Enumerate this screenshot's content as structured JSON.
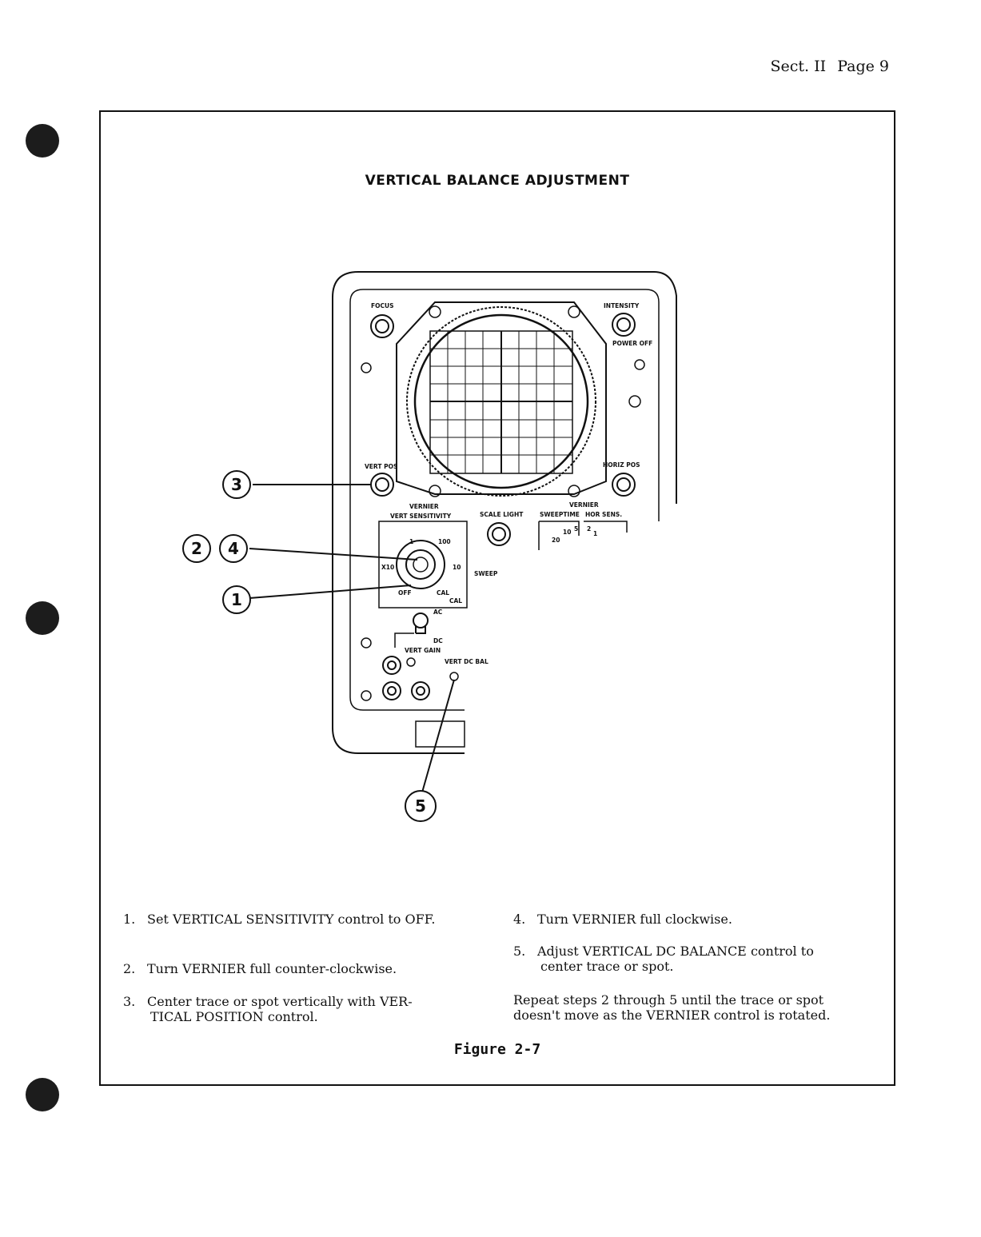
{
  "header": {
    "section": "Sect. II",
    "page": "Page 9"
  },
  "figure": {
    "title": "VERTICAL BALANCE ADJUSTMENT",
    "caption": "Figure 2-7",
    "panel_labels": {
      "focus": "FOCUS",
      "intensity": "INTENSITY",
      "power_off": "POWER OFF",
      "vert_pos": "VERT POS",
      "horiz_pos": "HORIZ POS",
      "vernier_left": "VERNIER",
      "vert_sensitivity": "VERT SENSITIVITY",
      "scale_light": "SCALE LIGHT",
      "vernier_right": "VERNIER",
      "sweeptime": "SWEEPTIME",
      "hor_sens": "HOR SENS.",
      "sweep": "SWEEP",
      "off": "OFF",
      "cal": "CAL",
      "cal2": "CAL",
      "ac": "AC",
      "dc": "DC",
      "vert_gain": "VERT GAIN",
      "vert_dc_bal": "VERT DC BAL",
      "dial_1": "1",
      "dial_100": "100",
      "dial_10": "10",
      "dial_x10": "X10",
      "sweep_10": "10",
      "sweep_5": "5",
      "sweep_20": "20",
      "sweep_2": "2",
      "sweep_1": "1"
    },
    "callouts": [
      "3",
      "2",
      "4",
      "1",
      "5"
    ]
  },
  "steps": [
    {
      "num": "1.",
      "text": "Set VERTICAL SENSITIVITY control to OFF."
    },
    {
      "num": "2.",
      "text": "Turn VERNIER full counter-clockwise."
    },
    {
      "num": "3.",
      "line1": "Center trace or spot vertically with VER-",
      "line2": "TICAL POSITION control."
    },
    {
      "num": "4.",
      "text": "Turn VERNIER full clockwise."
    },
    {
      "num": "5.",
      "line1": "Adjust VERTICAL DC BALANCE control to",
      "line2": "center trace or spot."
    }
  ],
  "note": {
    "line1": "Repeat steps 2 through 5 until the trace or spot",
    "line2": "doesn't move as the VERNIER control is rotated."
  }
}
